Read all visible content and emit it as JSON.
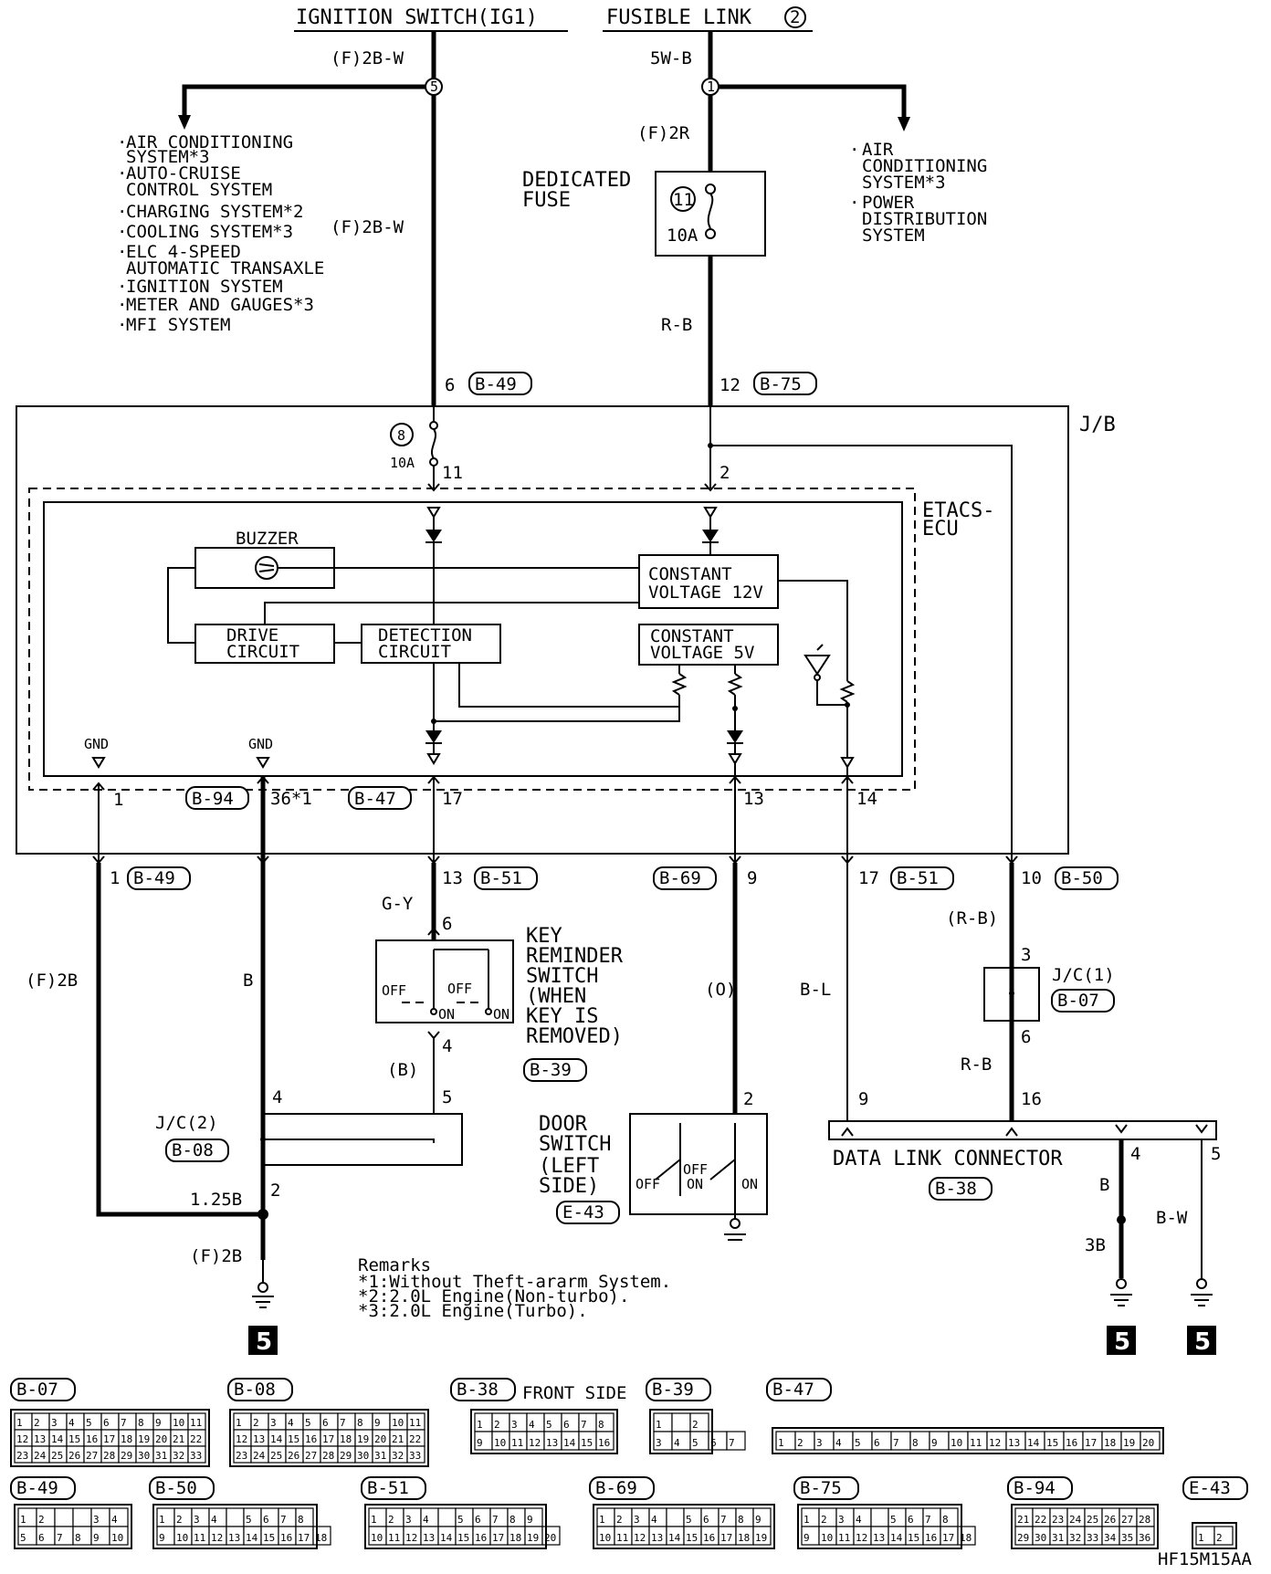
{
  "top": {
    "ignition_switch": "IGNITION SWITCH(IG1)",
    "fusible_link": "FUSIBLE LINK",
    "fusible_link_num": "2",
    "wire_left_top": "(F)2B-W",
    "wire_left_mid": "(F)2B-W",
    "wire_right_top": "5W-B",
    "wire_right_mid": "(F)2R",
    "wire_right_low": "R-B",
    "junction_left": "5",
    "junction_right": "1"
  },
  "left_systems": [
    "AIR CONDITIONING",
    "SYSTEM*3",
    "AUTO-CRUISE",
    "CONTROL SYSTEM",
    "CHARGING SYSTEM*2",
    "COOLING SYSTEM*3",
    "ELC 4-SPEED",
    "AUTOMATIC TRANSAXLE",
    "IGNITION SYSTEM",
    "METER AND GAUGES*3",
    "MFI SYSTEM"
  ],
  "right_systems": [
    "AIR",
    "CONDITIONING",
    "SYSTEM*3",
    "POWER",
    "DISTRIBUTION",
    "SYSTEM"
  ],
  "dedicated_fuse": {
    "label1": "DEDICATED",
    "label2": "FUSE",
    "num": "11",
    "amps": "10A"
  },
  "jb": {
    "label": "J/B",
    "fuse_num": "8",
    "fuse_amps": "10A",
    "pin_in_left": "6",
    "conn_in_left": "B-49",
    "pin_in_right": "12",
    "conn_in_right": "B-75",
    "pin_11": "11",
    "pin_2": "2"
  },
  "etacs": {
    "label1": "ETACS-",
    "label2": "ECU",
    "buzzer": "BUZZER",
    "cv12_1": "CONSTANT",
    "cv12_2": "VOLTAGE 12V",
    "cv5_1": "CONSTANT",
    "cv5_2": "VOLTAGE 5V",
    "drive1": "DRIVE",
    "drive2": "CIRCUIT",
    "detect1": "DETECTION",
    "detect2": "CIRCUIT",
    "gnd1": "GND",
    "gnd2": "GND"
  },
  "jb_bottom": {
    "p1": "1",
    "conn_b94": "B-94",
    "p36": "36*1",
    "conn_b47": "B-47",
    "p17": "17",
    "p13": "13",
    "p14": "14"
  },
  "harness": {
    "p1": "1",
    "c1": "B-49",
    "p13": "13",
    "c13": "B-51",
    "c69": "B-69",
    "p9": "9",
    "p17": "17",
    "c17": "B-51",
    "p10": "10",
    "c10": "B-50"
  },
  "wires": {
    "w_f2b": "(F)2B",
    "w_b": "B",
    "w_gy": "G-Y",
    "w_b2": "(B)",
    "w_o": "(O)",
    "w_bl": "B-L",
    "w_rb1": "(R-B)",
    "w_rb2": "R-B",
    "w_125b": "1.25B",
    "w_f2b2": "(F)2B",
    "w_b3": "B",
    "w_3b": "3B",
    "w_bw": "B-W"
  },
  "key_switch": {
    "l1": "KEY",
    "l2": "REMINDER",
    "l3": "SWITCH",
    "l4": "(WHEN",
    "l5": "KEY IS",
    "l6": "REMOVED)",
    "conn": "B-39",
    "p6": "6",
    "p4": "4",
    "off1": "OFF",
    "off2": "OFF",
    "on1": "ON",
    "on2": "ON"
  },
  "jc2": {
    "label": "J/C(2)",
    "conn": "B-08",
    "p4": "4",
    "p5": "5",
    "p2": "2"
  },
  "jc1": {
    "label": "J/C(1)",
    "conn": "B-07",
    "p3": "3",
    "p6": "6"
  },
  "door_switch": {
    "l1": "DOOR",
    "l2": "SWITCH",
    "l3": "(LEFT",
    "l4": "SIDE)",
    "conn": "E-43",
    "p2": "2",
    "off1": "OFF",
    "off2": "OFF",
    "on1": "ON",
    "on2": "ON"
  },
  "dlc": {
    "label": "DATA LINK CONNECTOR",
    "conn": "B-38",
    "p9": "9",
    "p16": "16",
    "p4": "4",
    "p5": "5"
  },
  "ground_label": "5",
  "remarks": {
    "title": "Remarks",
    "r1": "*1:Without Theft-ararm System.",
    "r2": "*2:2.0L Engine(Non-turbo).",
    "r3": "*3:2.0L Engine(Turbo)."
  },
  "connectors": {
    "b07": "B-07",
    "b08": "B-08",
    "b38": "B-38",
    "b38_side": "FRONT SIDE",
    "b39": "B-39",
    "b47": "B-47",
    "b49": "B-49",
    "b50": "B-50",
    "b51": "B-51",
    "b69": "B-69",
    "b75": "B-75",
    "b94": "B-94",
    "e43": "E-43"
  },
  "figure_code": "HF15M15AA"
}
